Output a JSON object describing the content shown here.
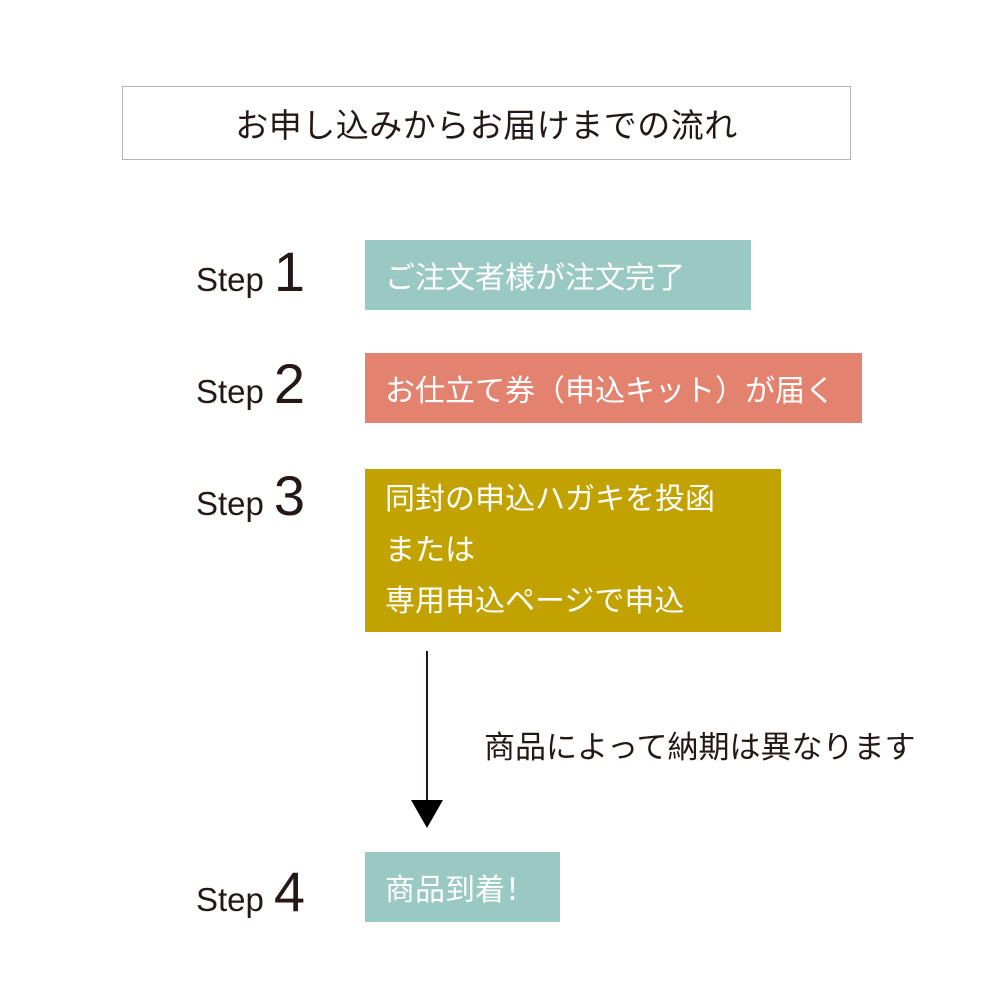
{
  "title": "お申し込みからお届けまでの流れ",
  "colors": {
    "step1": "#9ac8c2",
    "step2": "#e3826f",
    "step3": "#c2a200",
    "step4": "#9ac8c2"
  },
  "steps": [
    {
      "word": "Step",
      "number": "1",
      "lines": [
        "ご注文者様が注文完了"
      ]
    },
    {
      "word": "Step",
      "number": "2",
      "lines": [
        "お仕立て券（申込キット）が届く"
      ]
    },
    {
      "word": "Step",
      "number": "3",
      "lines": [
        "同封の申込ハガキを投函",
        "または",
        "専用申込ページで申込"
      ]
    },
    {
      "word": "Step",
      "number": "4",
      "lines": [
        "商品到着！"
      ]
    }
  ],
  "note": "商品によって納期は異なります"
}
